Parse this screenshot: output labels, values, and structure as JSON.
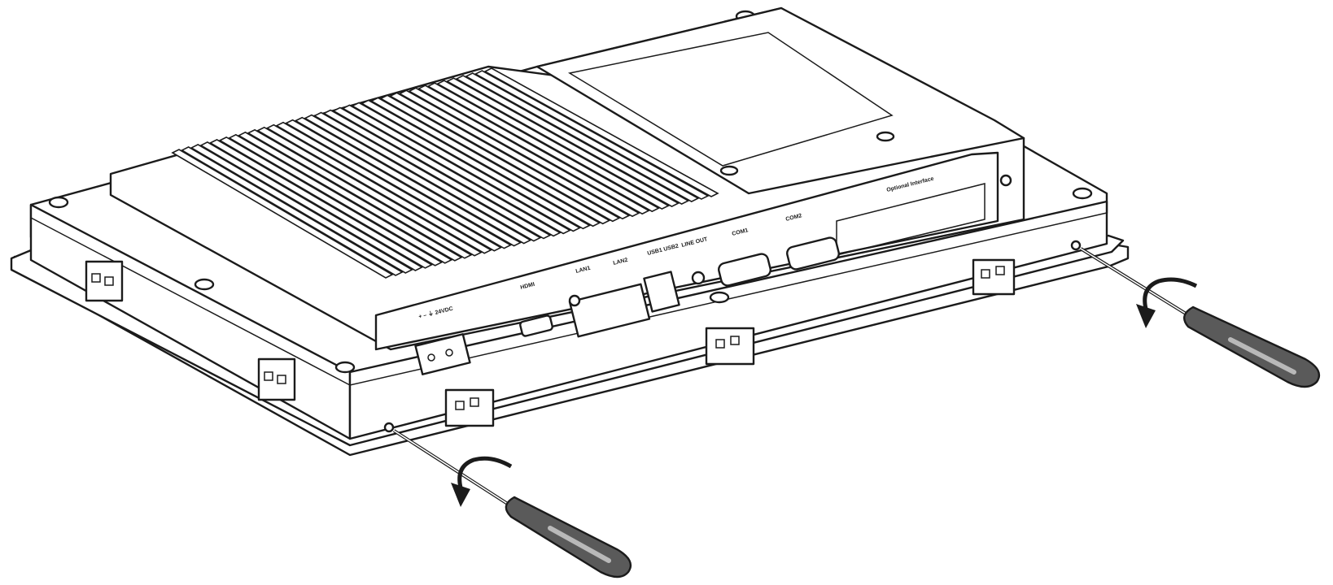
{
  "figure": {
    "subject": "panel-pc-rear-view",
    "action": "screw-removal-counterclockwise",
    "stroke_color": "#1b1b1b",
    "fill_color": "#ffffff",
    "handle_color": "#5a5a5a",
    "handle_highlight": "#b9b9b9"
  },
  "ports": {
    "power": "+ – ⏚ 24VDC",
    "hdmi": "HDMI",
    "lan1": "LAN1",
    "lan2": "LAN2",
    "usb": "USB1 USB2",
    "line_out": "LINE OUT",
    "com1": "COM1",
    "com2": "COM2",
    "optional": "Optional Interface"
  }
}
